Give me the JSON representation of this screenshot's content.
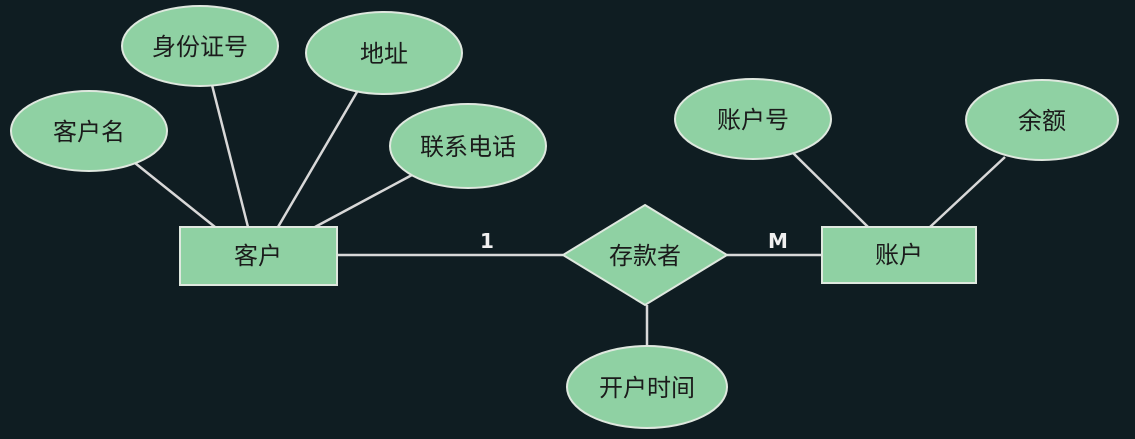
{
  "entities": {
    "customer": "客户",
    "account": "账户"
  },
  "relationship": {
    "label": "存款者",
    "card_customer": "1",
    "card_account": "M"
  },
  "attributes": {
    "customer_name": "客户名",
    "id_number": "身份证号",
    "address": "地址",
    "phone": "联系电话",
    "account_number": "账户号",
    "balance": "余额",
    "open_time": "开户时间"
  }
}
